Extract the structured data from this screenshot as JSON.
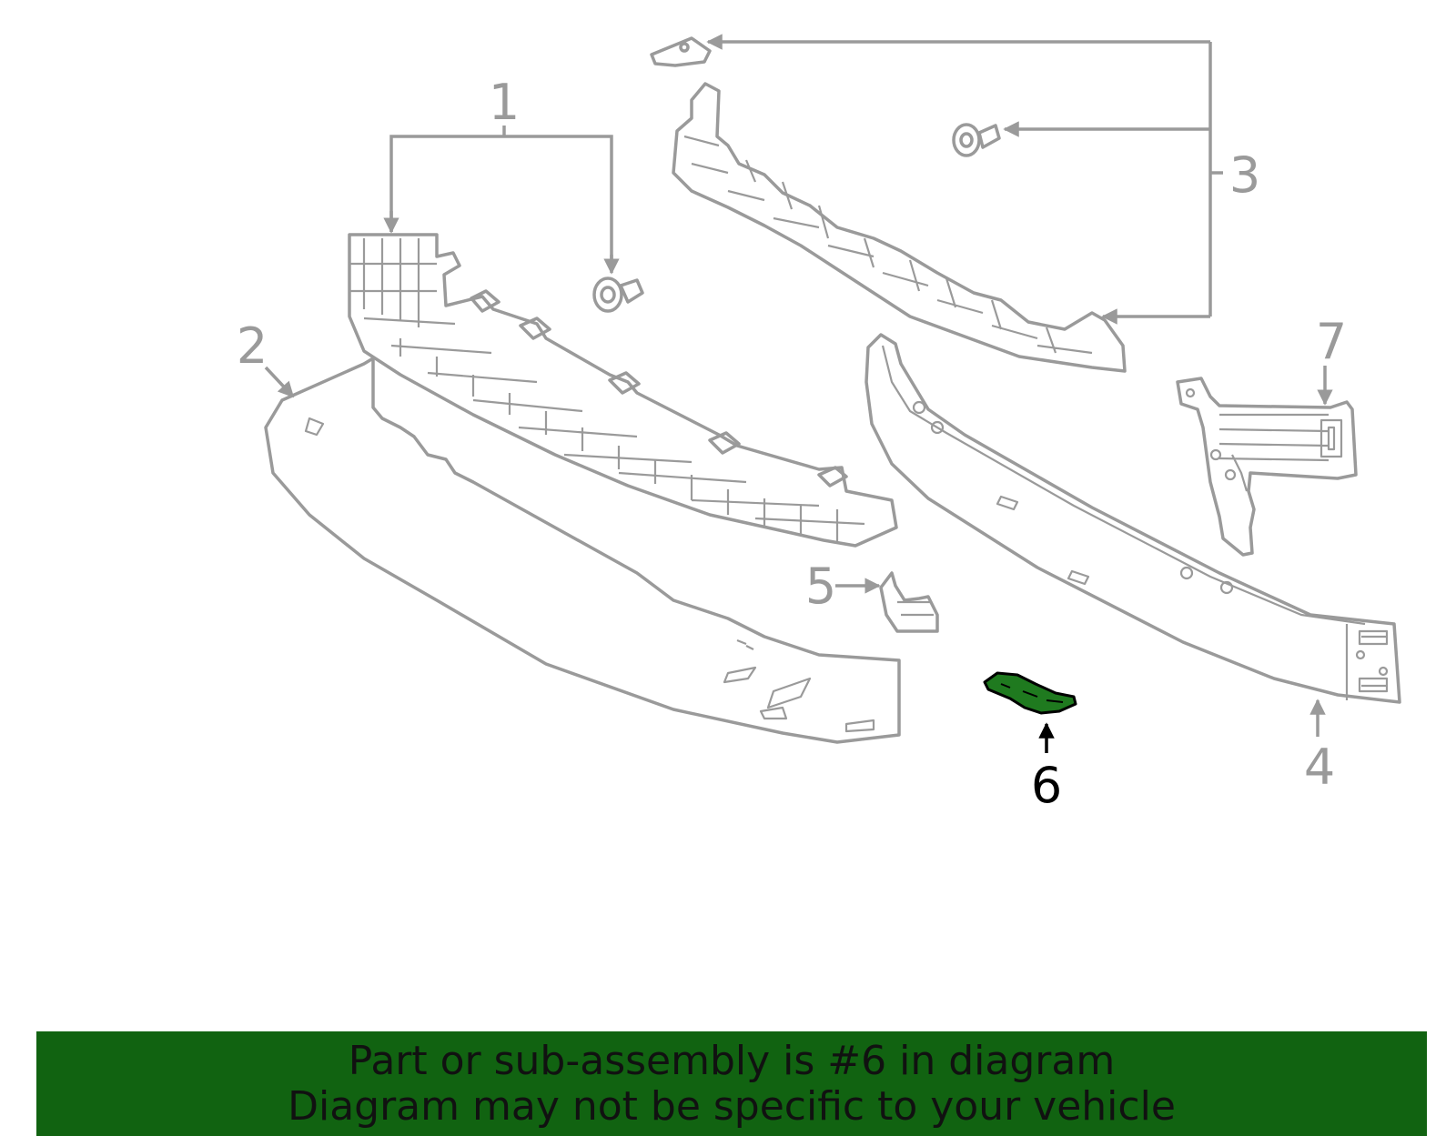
{
  "diagram": {
    "callouts": [
      {
        "id": "1",
        "label": "1",
        "highlighted": false
      },
      {
        "id": "2",
        "label": "2",
        "highlighted": false
      },
      {
        "id": "3",
        "label": "3",
        "highlighted": false
      },
      {
        "id": "4",
        "label": "4",
        "highlighted": false
      },
      {
        "id": "5",
        "label": "5",
        "highlighted": false
      },
      {
        "id": "6",
        "label": "6",
        "highlighted": true
      },
      {
        "id": "7",
        "label": "7",
        "highlighted": false
      }
    ]
  },
  "banner": {
    "line1": "Part or sub-assembly is #6 in diagram",
    "line2": "Diagram may not be specific to your vehicle"
  },
  "colors": {
    "banner_background": "#116311",
    "highlight_part": "#1f7a1f",
    "part_outline": "#9a9a9a",
    "highlight_text": "#000000",
    "callout_text": "#9a9a9a"
  }
}
